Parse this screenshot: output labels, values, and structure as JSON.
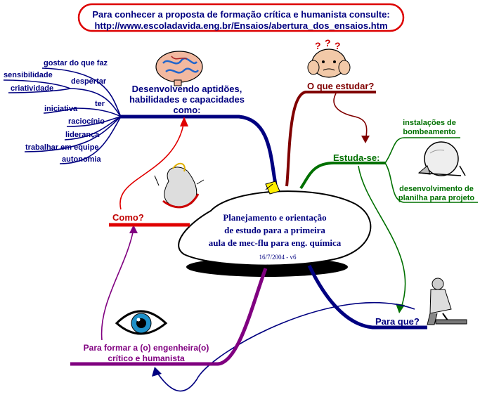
{
  "banner": {
    "line1": "Para conhecer a proposta de formação crítica e humanista consulte:",
    "line2": "http://www.escoladavida.eng.br/Ensaios/abertura_dos_ensaios.htm"
  },
  "center": {
    "line1": "Planejamento e orientação",
    "line2": "de estudo para a primeira",
    "line3": "aula de mec-flu para eng. química",
    "date": "16/7/2004 - v6"
  },
  "branches": {
    "aptidoes": {
      "line1": "Desenvolvendo aptidões,",
      "line2": "habilidades e capacidades",
      "line3": "como:",
      "items": {
        "gostar": "gostar do que faz",
        "despertar": "despertar",
        "sensibilidade": "sensibilidade",
        "criatividade": "criatividade",
        "ter": "ter",
        "iniciativa": "iniciativa",
        "raciocinio": "raciocínio",
        "lideranca": "liderança",
        "equipe": "trabalhar em equipe",
        "autonomia": "autonomia"
      }
    },
    "o_que": {
      "label": "O que estudar?"
    },
    "estuda": {
      "label": "Estuda-se:",
      "items": {
        "instalacoes_1": "instalações de",
        "instalacoes_2": "bombeamento",
        "planilha_1": "desenvolvimento de",
        "planilha_2": "planilha para projeto"
      }
    },
    "para_que": {
      "label": "Para que?"
    },
    "para_formar": {
      "line1": "Para formar a (o) engenheira(o)",
      "line2": "crítico e humanista"
    },
    "como": {
      "label": "Como?"
    }
  },
  "icons": [
    "brain-icon",
    "question-marks-head-icon",
    "boulder-person-icon",
    "thinker-icon",
    "eye-icon",
    "spinning-figure-icon"
  ],
  "colors": {
    "navy": "#000080",
    "maroon": "#800000",
    "green": "#007000",
    "red": "#c00000",
    "purple": "#800080",
    "banner_border": "#dd0000"
  }
}
